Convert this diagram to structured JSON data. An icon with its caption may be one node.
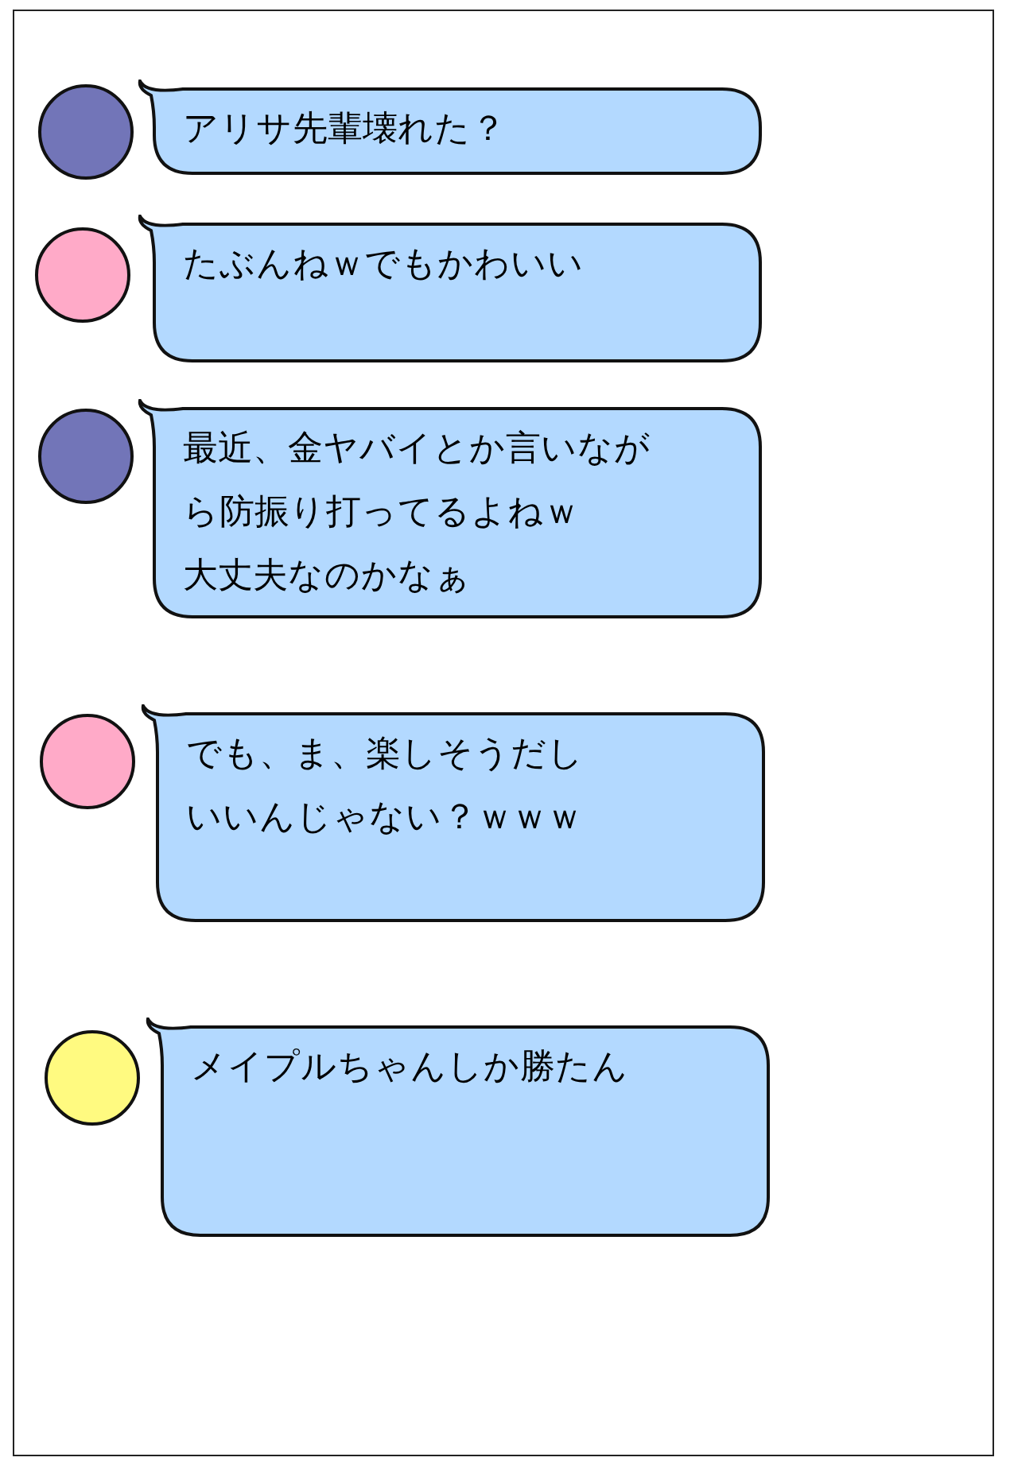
{
  "diagram": {
    "nodes": [
      {
        "text": [],
        "shape": "circle"
      },
      {
        "text": [
          "アリサ先輩壊れた？"
        ]
      },
      {
        "text": [],
        "shape": "circle"
      },
      {
        "text": [
          "たぶんねｗでもかわいい"
        ]
      },
      {
        "text": [],
        "shape": "circle"
      },
      {
        "text": [
          "最近、金ヤバイとか言いながら防振り打ってるよねｗ大丈夫なのかなぁ"
        ]
      },
      {
        "text": [],
        "shape": "circle"
      },
      {
        "text": [
          "でも、ま、楽しそうだしいいんじゃない？ｗｗｗ"
        ]
      },
      {
        "text": [],
        "shape": "circle"
      },
      {
        "text": [
          "メイプルちゃんしか勝たん"
        ]
      }
    ]
  }
}
